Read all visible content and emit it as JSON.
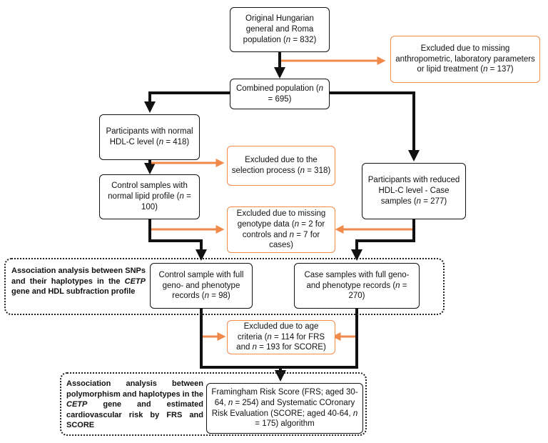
{
  "boxes": {
    "original": "Original Hungarian general and Roma population (n = 832)",
    "excluded_missing_params": "Excluded due to missing anthropometric, laboratory parameters or lipid treatment (n = 137)",
    "combined": "Combined population (n = 695)",
    "normal_hdl": "Participants with normal HDL-C level (n = 418)",
    "excluded_selection": "Excluded due to the selection process (n = 318)",
    "control_normal_lipid": "Control samples with normal lipid profile (n = 100)",
    "reduced_hdl": "Participants with reduced HDL-C level - Case samples (n = 277)",
    "excluded_genotype": "Excluded due to missing genotype data (n = 2 for controls and n = 7 for cases)",
    "control_full": "Control sample with full geno- and phenotype records (n = 98)",
    "case_full": "Case samples with full geno- and phenotype records (n = 270)",
    "excluded_age": "Excluded due to age criteria (n = 114 for FRS and n = 193 for SCORE)",
    "risk_scores": "Framingham Risk Score (FRS; aged 30-64, n = 254) and Systematic COronary Risk Evaluation (SCORE; aged 40-64, n = 175) algorithm"
  },
  "notes": {
    "association_hdl": "Association analysis between SNPs and their haplotypes in the CETP gene and HDL subfraction profile",
    "association_risk": "Association analysis between polymorphism and haplotypes in the CETP gene and estimated cardiovascular risk by FRS and SCORE"
  },
  "colors": {
    "main_arrow": "#111111",
    "exclusion_arrow": "#f0894a"
  }
}
